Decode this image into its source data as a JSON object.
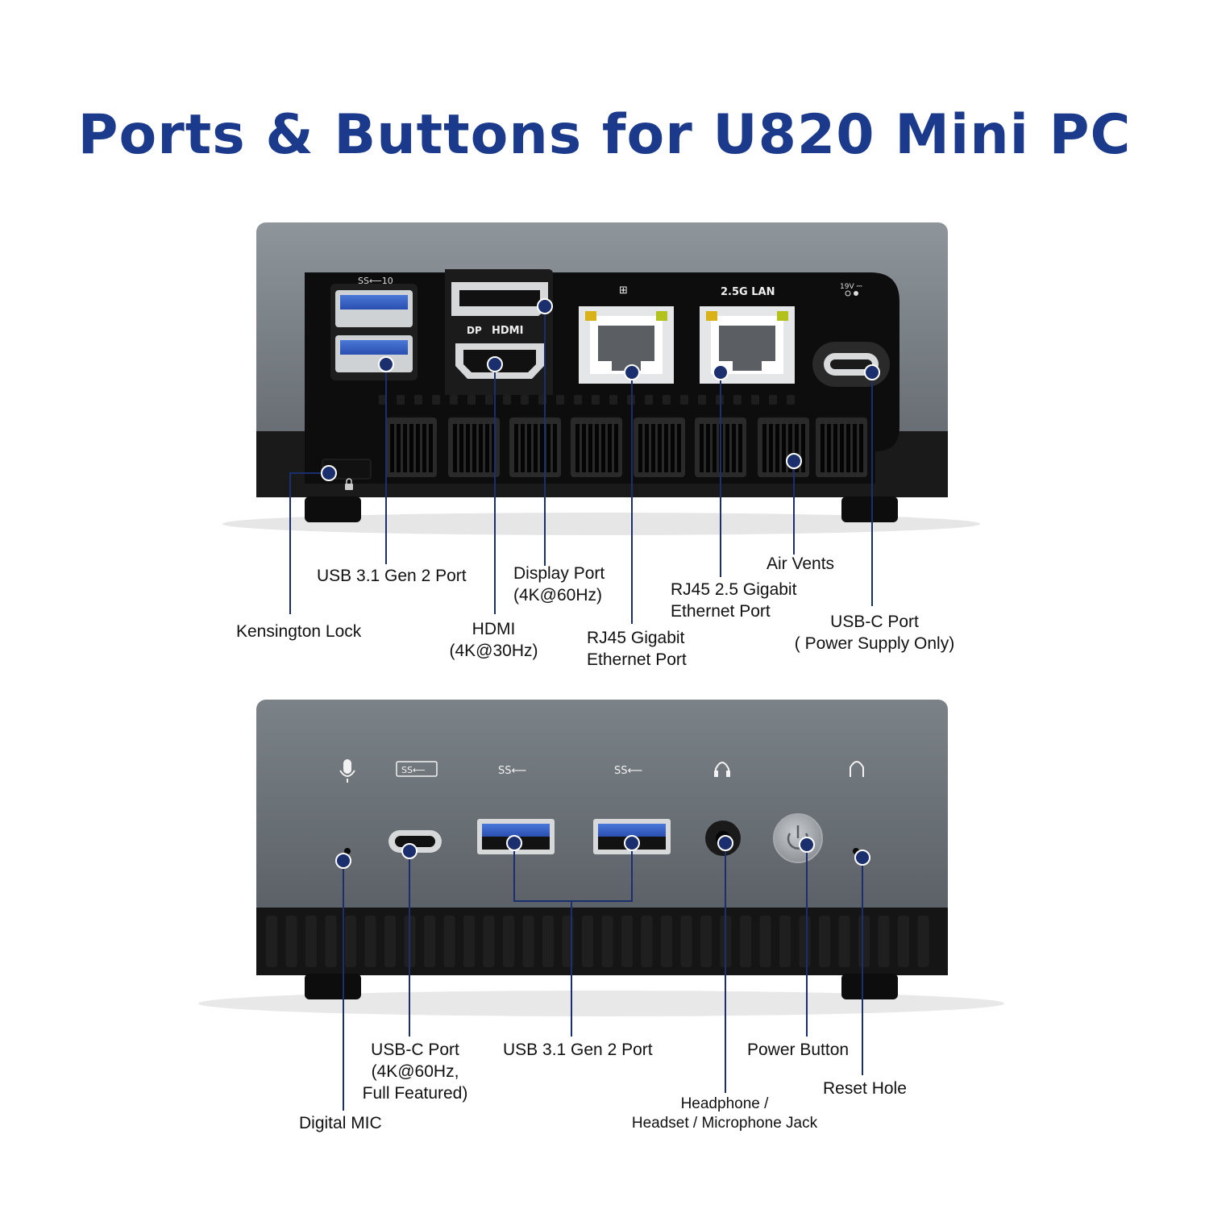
{
  "title": "Ports & Buttons for U820 Mini PC",
  "rear_panel": {
    "port_marks": {
      "usb_logo": "SS⟵10",
      "dp": "DP",
      "hdmi": "HDMI",
      "lan_1g_icon": "network-icon",
      "lan_2_5g": "2.5G LAN",
      "dc": "19V ⎓"
    },
    "labels": {
      "kensington": "Kensington Lock",
      "usb31": "USB 3.1 Gen 2 Port",
      "hdmi": [
        "HDMI",
        "(4K@30Hz)"
      ],
      "displayport": [
        "Display Port",
        "(4K@60Hz)"
      ],
      "rj45": [
        "RJ45 Gigabit",
        "Ethernet Port"
      ],
      "rj45_25": [
        "RJ45 2.5 Gigabit",
        "Ethernet Port"
      ],
      "vents": "Air Vents",
      "usbc_power": [
        "USB-C Port",
        "( Power Supply Only)"
      ]
    }
  },
  "front_panel": {
    "icons": [
      "microphone-icon",
      "usb-c-ss10-icon",
      "usb-ss10-icon",
      "usb-ss10-icon",
      "headphone-icon",
      "reset-icon"
    ],
    "labels": {
      "mic": "Digital MIC",
      "usbc": [
        "USB-C Port",
        "(4K@60Hz,",
        "Full Featured)"
      ],
      "usb31": "USB 3.1 Gen 2 Port",
      "headphone": [
        "Headphone /",
        "Headset / Microphone Jack"
      ],
      "power": "Power Button",
      "reset": "Reset Hole"
    }
  },
  "colors": {
    "title": "#1b3a8c",
    "callout": "#1b2f6e",
    "body_grey": "#6c7278",
    "body_black": "#141414"
  }
}
